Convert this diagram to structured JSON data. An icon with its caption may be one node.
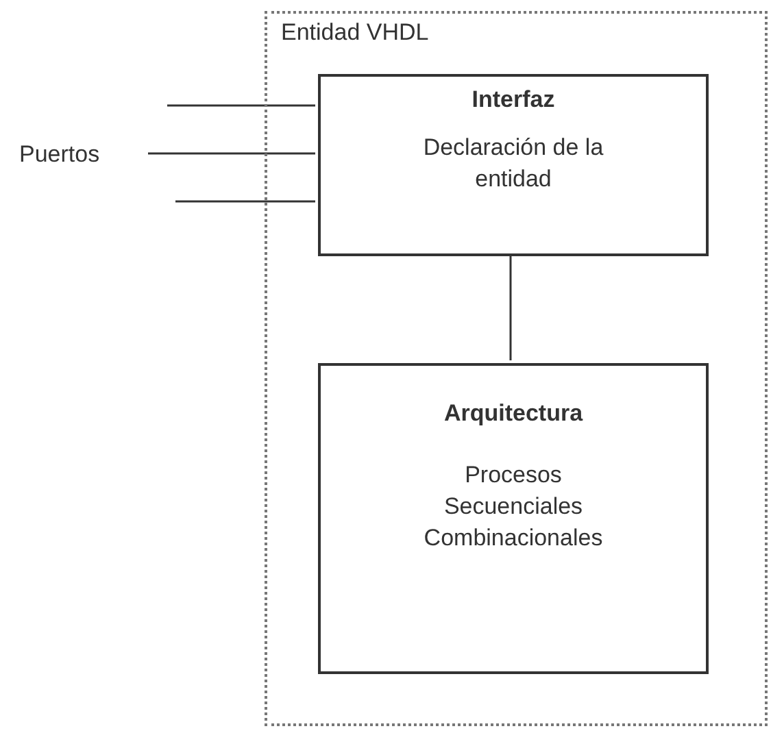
{
  "diagram": {
    "nodes": [
      {
        "text": [
          "Entidad VHDL"
        ]
      },
      {
        "text": [
          "Interfaz",
          "Declaración de la entidad"
        ],
        "in": 0
      },
      {
        "text": [
          "Arquitectura",
          "Procesos Secuenciales Combinacionales"
        ],
        "in": 0
      },
      {
        "text": [
          "Puertos"
        ]
      }
    ],
    "edges": [
      {
        "from": null,
        "to": 1,
        "arrow": "none"
      },
      {
        "from": 3,
        "to": 1,
        "arrow": "none"
      },
      {
        "from": null,
        "to": 1,
        "arrow": "none"
      },
      {
        "from": 1,
        "to": 2,
        "arrow": "none"
      }
    ]
  }
}
